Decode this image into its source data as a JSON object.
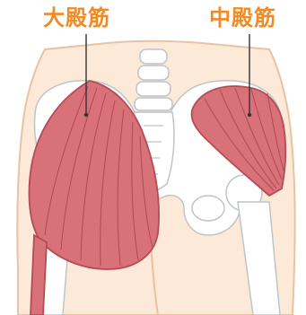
{
  "labels": {
    "gluteus_maximus": "大殿筋",
    "gluteus_medius": "中殿筋"
  },
  "colors": {
    "label": "#f08a24",
    "skin": "#fde9d8",
    "skin_outline": "#e9c2a4",
    "bone": "#ffffff",
    "bone_outline": "#bfc4c7",
    "muscle": "#d97278",
    "muscle_dark": "#b44b55",
    "pointer": "#333333"
  },
  "icons": [
    "pelvis-bone-shape",
    "muscle-fiber-lines"
  ]
}
